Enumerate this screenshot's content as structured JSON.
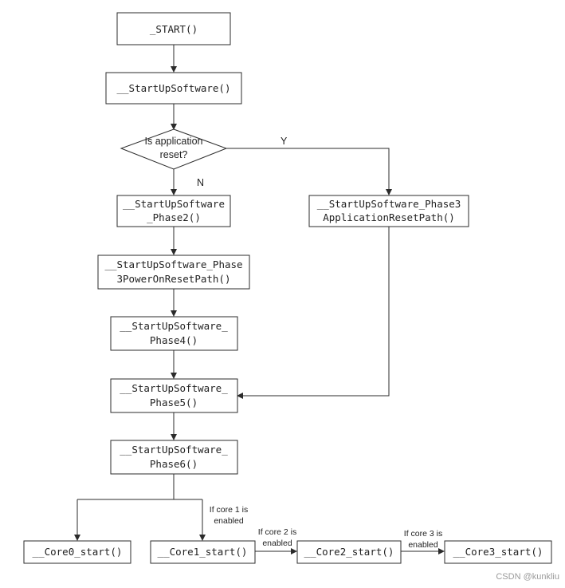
{
  "nodes": {
    "start": [
      "_START()"
    ],
    "startup_software": [
      "__StartUpSoftware()"
    ],
    "decision": [
      "Is application",
      "reset?"
    ],
    "phase2": [
      "__StartUpSoftware",
      "_Phase2()"
    ],
    "phase3_app": [
      "__StartUpSoftware_Phase3",
      "ApplicationResetPath()"
    ],
    "phase3_por": [
      "__StartUpSoftware_Phase",
      "3PowerOnResetPath()"
    ],
    "phase4": [
      "__StartUpSoftware_",
      "Phase4()"
    ],
    "phase5": [
      "__StartUpSoftware_",
      "Phase5()"
    ],
    "phase6": [
      "__StartUpSoftware_",
      "Phase6()"
    ],
    "core0": [
      "__Core0_start()"
    ],
    "core1": [
      "__Core1_start()"
    ],
    "core2": [
      "__Core2_start()"
    ],
    "core3": [
      "__Core3_start()"
    ]
  },
  "edge_labels": {
    "yes": "Y",
    "no": "N",
    "core1_cond": [
      "If core 1 is",
      "enabled"
    ],
    "core2_cond": [
      "If core 2 is",
      "enabled"
    ],
    "core3_cond": [
      "If core 3 is",
      "enabled"
    ]
  },
  "watermark": "CSDN @kunkliu"
}
